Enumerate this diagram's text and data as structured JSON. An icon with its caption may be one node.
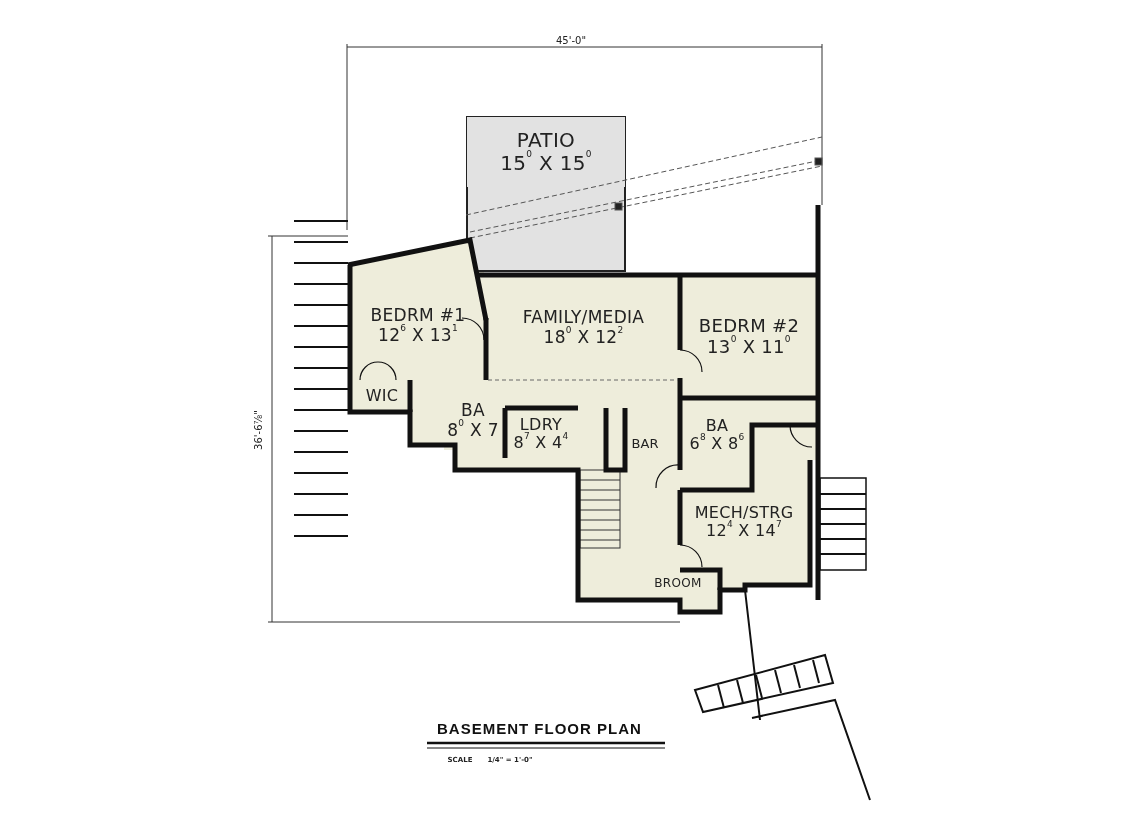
{
  "diagram": {
    "title": "BASEMENT FLOOR PLAN",
    "nodes": [
      {
        "text": [
          "PATIO",
          "15$^{0}$ X 15$^{0}$"
        ]
      },
      {
        "text": [
          "BEDRM #1",
          "12$^{6}$ X 13$^{1}$"
        ]
      },
      {
        "text": [
          "FAMILY/MEDIA",
          "18$^{0}$ X 12$^{2}$"
        ]
      },
      {
        "text": [
          "BEDRM #2",
          "13$^{0}$ X 11$^{0}$"
        ]
      },
      {
        "text": [
          "WIC"
        ]
      },
      {
        "text": [
          "BA",
          "8$^{0}$ X 7"
        ]
      },
      {
        "text": [
          "LDRY",
          "8$^{7}$ X 4$^{4}$"
        ]
      },
      {
        "text": [
          "BA",
          "6$^{8}$ X 8$^{6}$"
        ]
      },
      {
        "text": [
          "MECH/STRG",
          "12$^{4}$ X 14$^{7}$"
        ]
      },
      {
        "text": [
          "BROOM"
        ]
      }
    ],
    "labels": [
      "45'-0\"",
      "36'-6⅞\"",
      "BAR",
      "SCALE",
      "1/4\" = 1'-0\""
    ]
  }
}
